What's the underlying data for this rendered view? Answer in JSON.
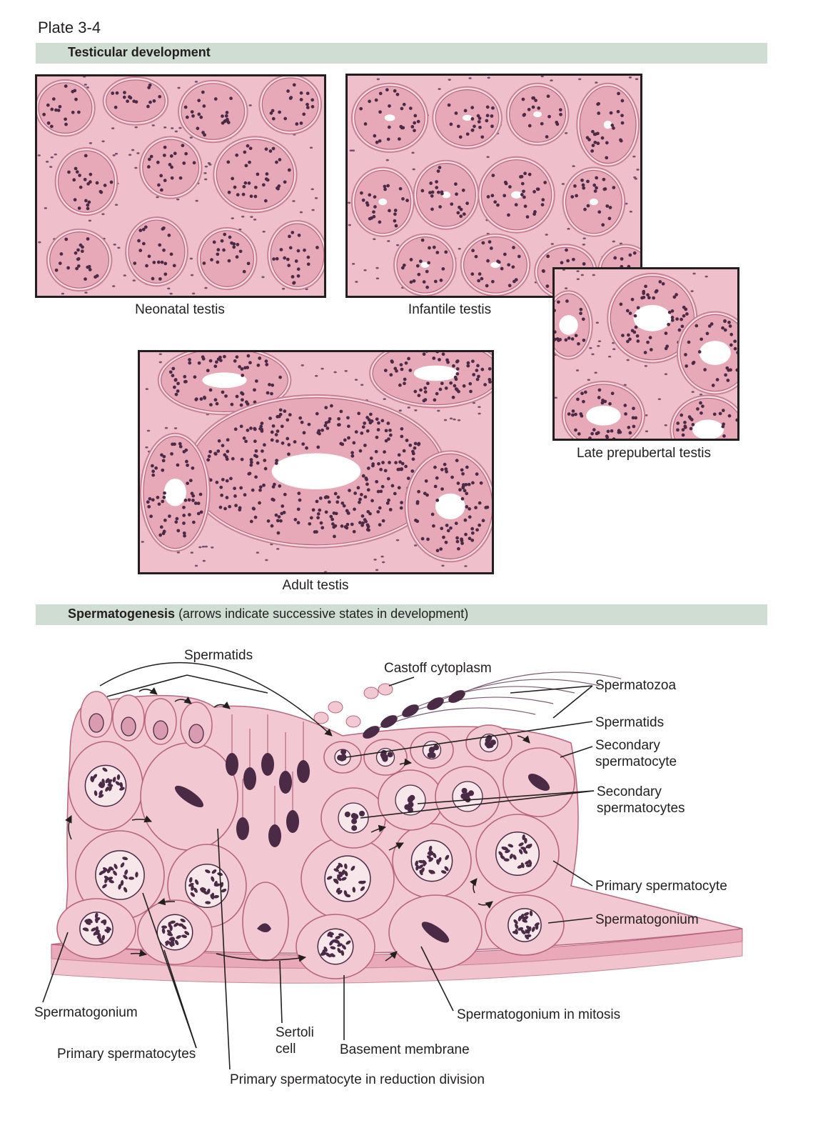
{
  "plate": "Plate 3-4",
  "section1": {
    "title": "Testicular development"
  },
  "panels": {
    "neonatal": "Neonatal testis",
    "infantile": "Infantile testis",
    "late_prepubertal": "Late prepubertal testis",
    "adult": "Adult testis"
  },
  "section2": {
    "title_bold": "Spermatogenesis",
    "title_rest": " (arrows indicate successive states in development)"
  },
  "labels": {
    "spermatids_top": "Spermatids",
    "castoff_cytoplasm": "Castoff cytoplasm",
    "spermatozoa": "Spermatozoa",
    "spermatids_right": "Spermatids",
    "secondary_spermatocyte_1": "Secondary",
    "secondary_spermatocyte_2": "spermatocyte",
    "secondary_spermatocytes_1": "Secondary",
    "secondary_spermatocytes_2": "spermatocytes",
    "primary_spermatocyte": "Primary spermatocyte",
    "spermatogonium_right": "Spermatogonium",
    "spermatogonium_left": "Spermatogonium",
    "primary_spermatocytes": "Primary spermatocytes",
    "sertoli_1": "Sertoli",
    "sertoli_2": "cell",
    "basement_membrane": "Basement membrane",
    "spermatogonium_mitosis": "Spermatogonium in mitosis",
    "reduction_division": "Primary spermatocyte in reduction division"
  },
  "colors": {
    "band": "#cfddd2",
    "tissue": "#f2c8d2",
    "nucleus": "#4a2a45",
    "membrane": "#b8657f"
  }
}
